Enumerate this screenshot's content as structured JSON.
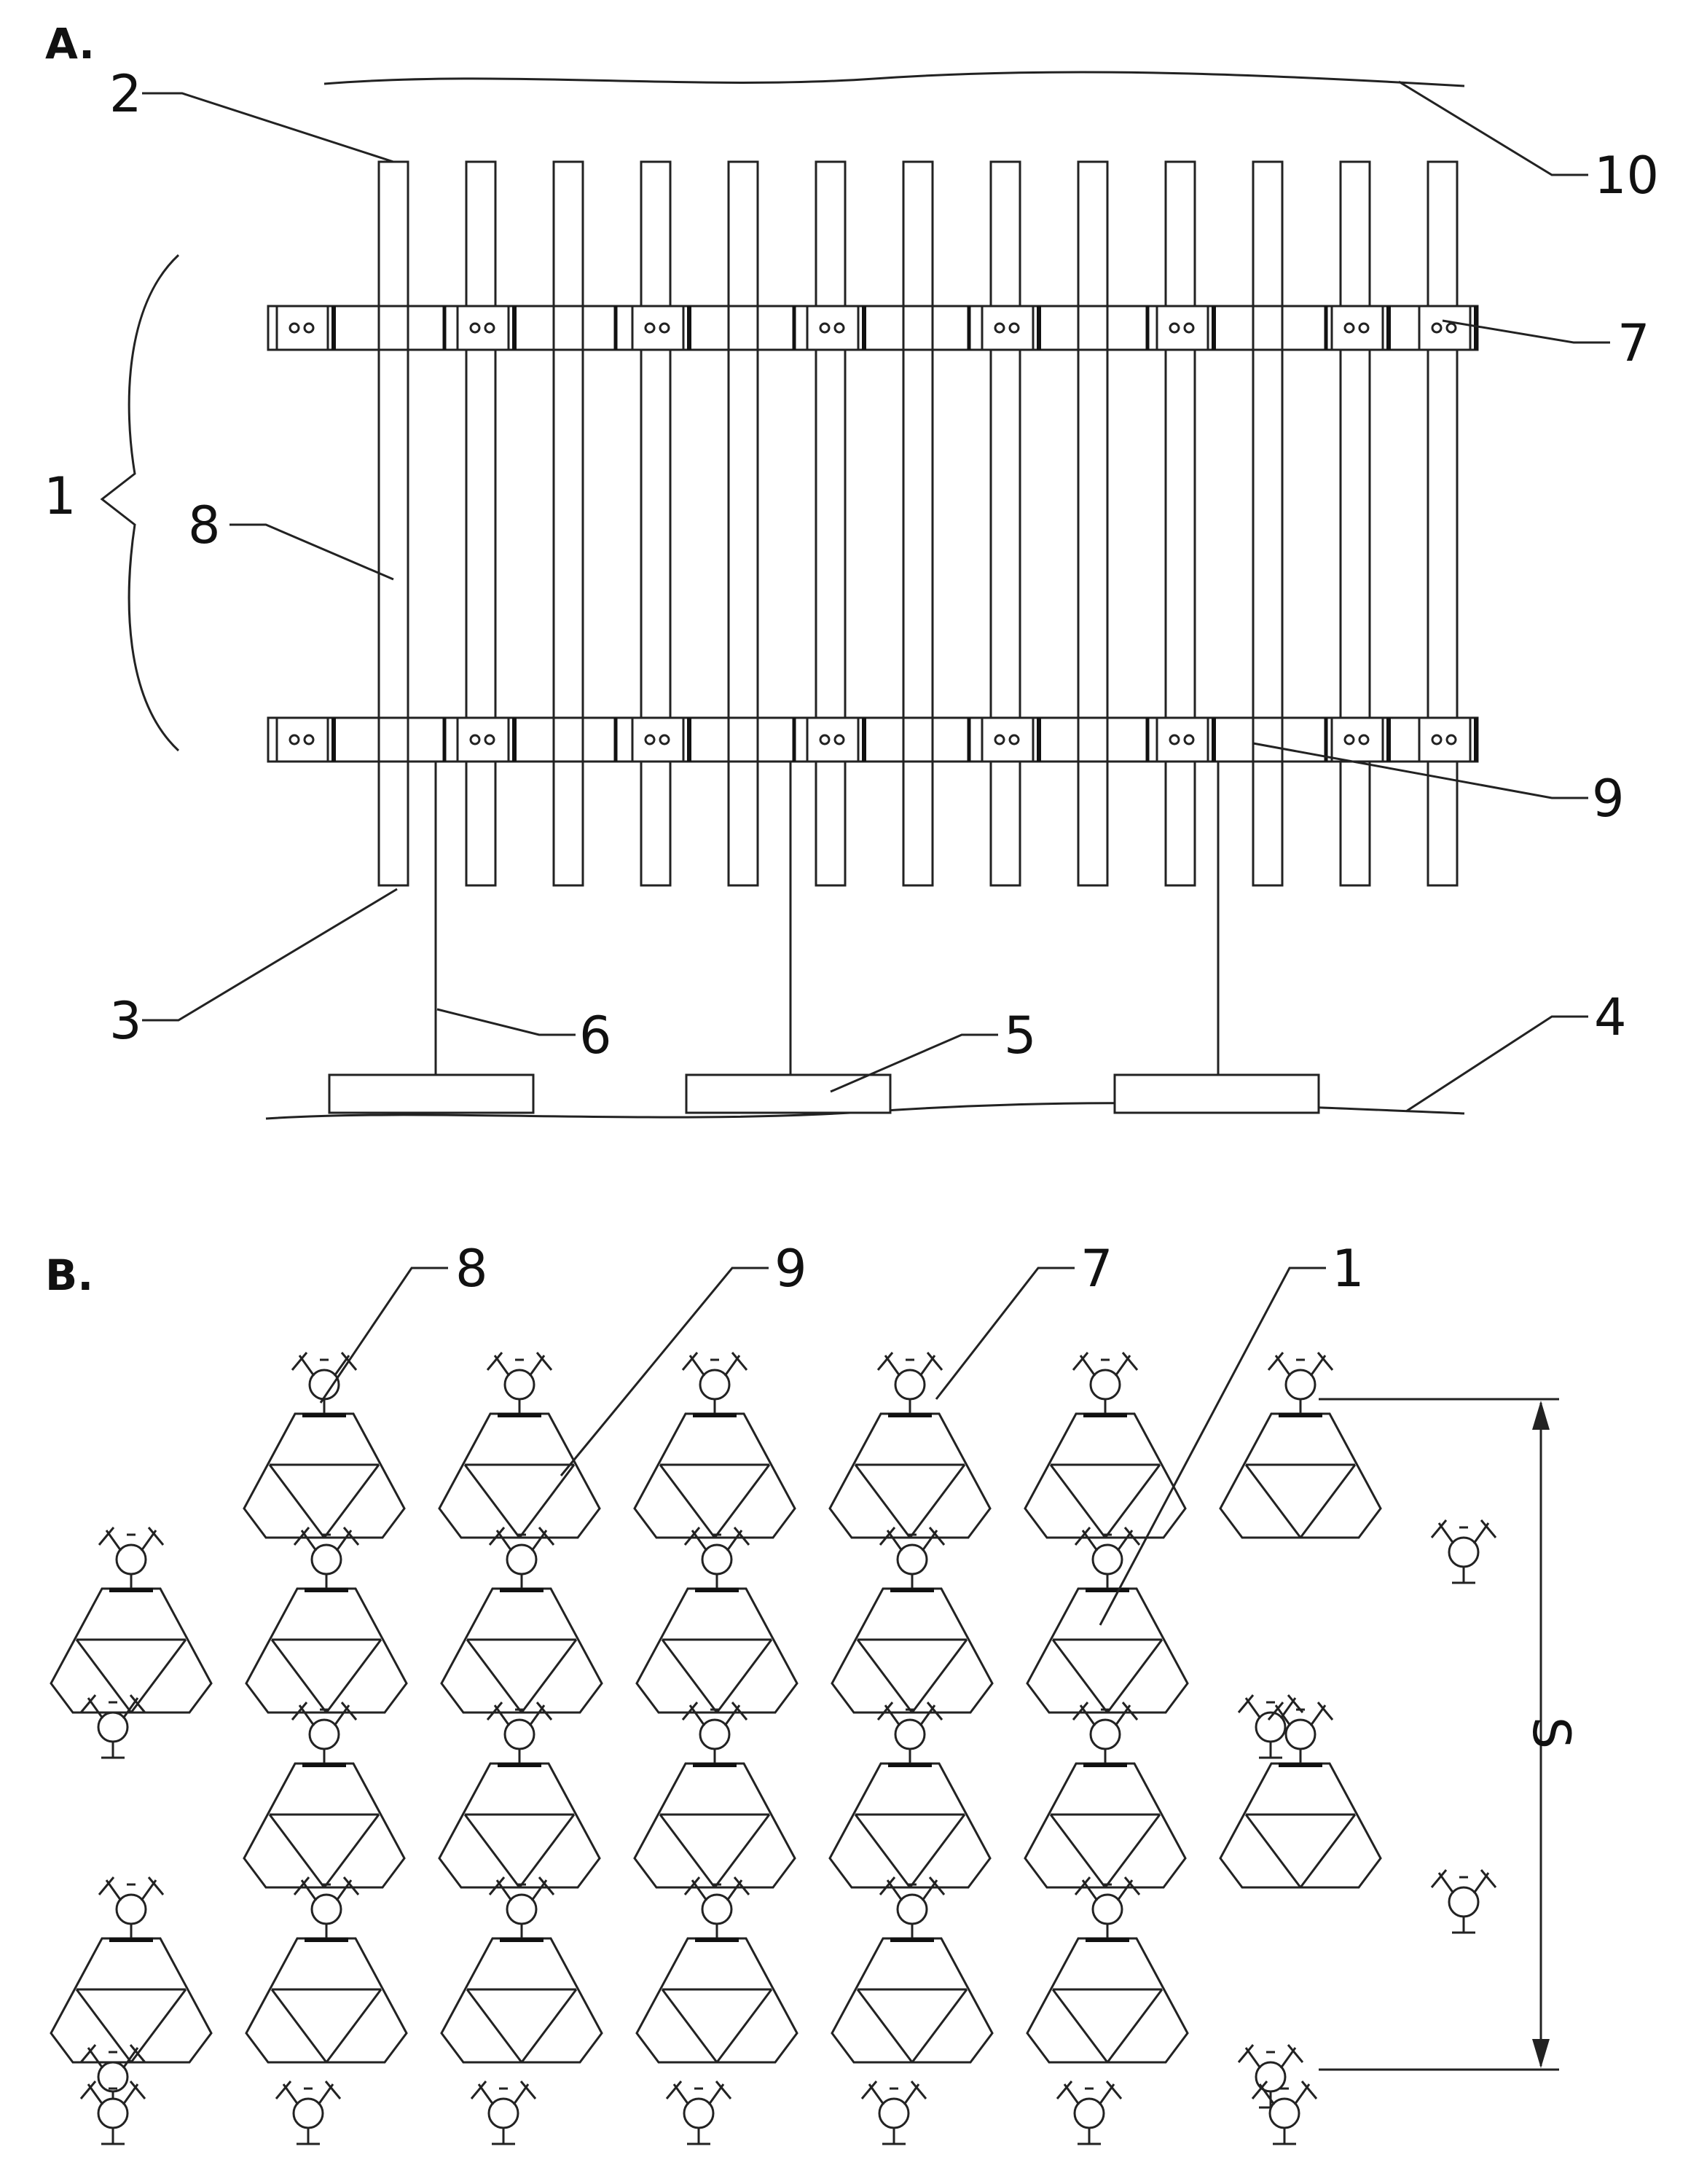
{
  "panel_a": {
    "label": "A.",
    "callouts": [
      "2",
      "10",
      "7",
      "1",
      "8",
      "9",
      "3",
      "6",
      "5",
      "4"
    ],
    "rod_count": 13,
    "bar_rows": 2,
    "weights": 3
  },
  "panel_b": {
    "label": "B.",
    "callouts": [
      "8",
      "9",
      "7",
      "1"
    ],
    "dimension_label": "S",
    "rows": 4,
    "units_per_row": 6
  }
}
